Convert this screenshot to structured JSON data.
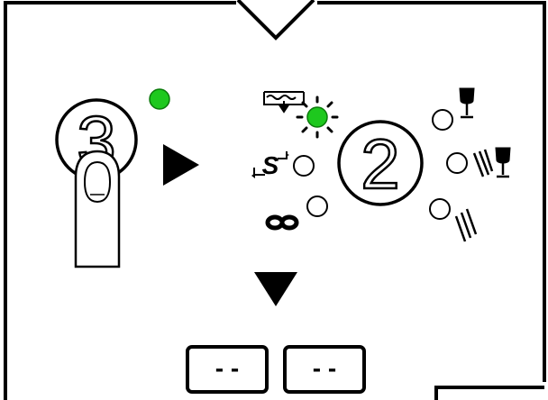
{
  "steps": {
    "left_number": "3",
    "right_number": "2"
  },
  "display": {
    "left_value": "- -",
    "right_value": "- -"
  },
  "indicators": {
    "active_color": "#1ec81e",
    "inactive_color": "#ffffff",
    "lit": [
      "step-3-led",
      "rinse-hold-led"
    ]
  },
  "icons": {
    "program_left": [
      "rinse-hold-icon",
      "eco-s-icon",
      "infinity-icon"
    ],
    "program_right": [
      "glass-icon",
      "glass-and-brush-icon",
      "brush-icon"
    ]
  }
}
